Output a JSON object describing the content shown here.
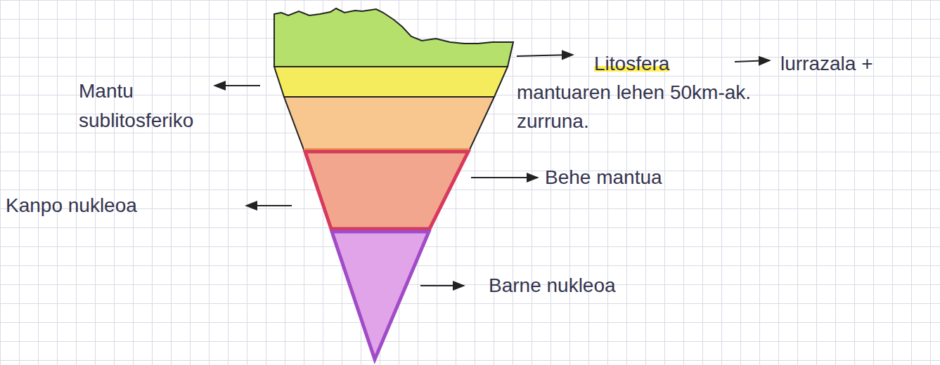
{
  "diagram": {
    "labels": [
      "Litosfera",
      "lurrazala + mantuaren lehen 50km-ak. zurruna.",
      "Mantu sublitosferiko",
      "Behe mantua",
      "Kanpo nukleoa",
      "Barne nukleoa"
    ]
  }
}
